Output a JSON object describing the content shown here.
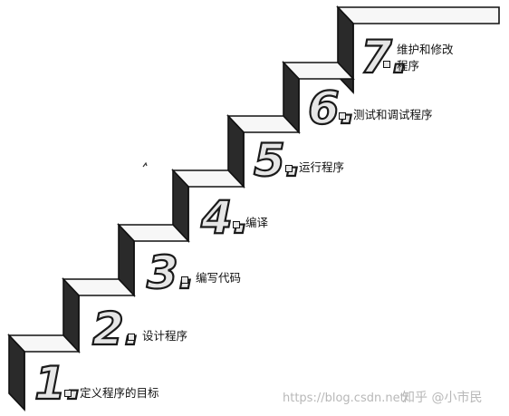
{
  "steps": [
    {
      "number": "1.",
      "label": "定义程序的目标"
    },
    {
      "number": "2.",
      "label": "设计程序"
    },
    {
      "number": "3.",
      "label": "编写代码"
    },
    {
      "number": "4.",
      "label": "编译"
    },
    {
      "number": "5.",
      "label": "运行程序"
    },
    {
      "number": "6.",
      "label": "测试和调试程序"
    },
    {
      "number": "7.",
      "label_line1": "维护和修改",
      "label_line2": "程序"
    }
  ],
  "watermark": {
    "left": "https://blog.csdn.net/",
    "right": "知乎 @小市民"
  },
  "colors": {
    "riser": "#222222",
    "tread": "#f7f7f7",
    "outline": "#111111",
    "number_fill": "#e6e6e6"
  }
}
